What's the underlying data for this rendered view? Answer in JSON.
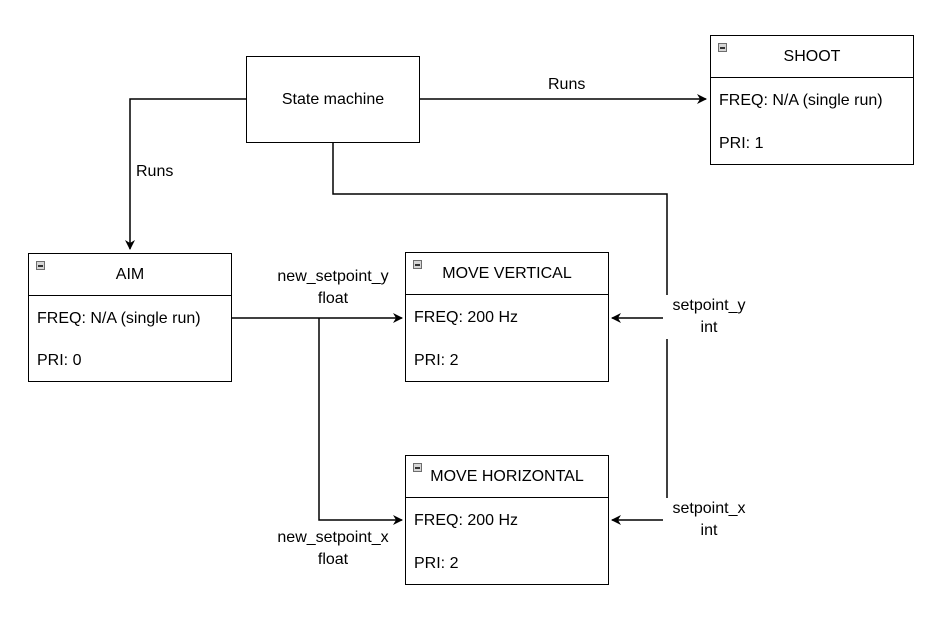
{
  "state_machine": {
    "label": "State machine"
  },
  "tasks": {
    "shoot": {
      "title": "SHOOT",
      "freq": "FREQ: N/A (single run)",
      "pri": "PRI: 1"
    },
    "aim": {
      "title": "AIM",
      "freq": "FREQ: N/A (single run)",
      "pri": "PRI: 0"
    },
    "move_vertical": {
      "title": "MOVE VERTICAL",
      "freq": "FREQ: 200 Hz",
      "pri": "PRI: 2"
    },
    "move_horizontal": {
      "title": "MOVE HORIZONTAL",
      "freq": "FREQ: 200 Hz",
      "pri": "PRI: 2"
    }
  },
  "edges": {
    "runs_shoot": "Runs",
    "runs_aim": "Runs",
    "new_setpoint_y": [
      "new_setpoint_y",
      "float"
    ],
    "new_setpoint_x": [
      "new_setpoint_x",
      "float"
    ],
    "setpoint_y": [
      "setpoint_y",
      "int"
    ],
    "setpoint_x": [
      "setpoint_x",
      "int"
    ]
  },
  "colors": {
    "line": "#000000",
    "collapse_icon": "#d6d6d6"
  }
}
